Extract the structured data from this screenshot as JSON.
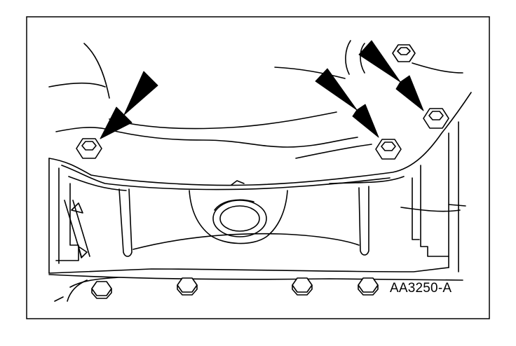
{
  "figure": {
    "id_label": "AA3250-A",
    "line_color": "#000000",
    "background": "#ffffff"
  },
  "callouts": {
    "arrow_count": 3,
    "highlighted_bolts": 3
  },
  "bolts": {
    "upper_flange": 3,
    "lower_row": 4,
    "upper_right_loose": 1
  },
  "icons": [
    "arrow-icon",
    "bolt-icon",
    "seal-icon"
  ]
}
